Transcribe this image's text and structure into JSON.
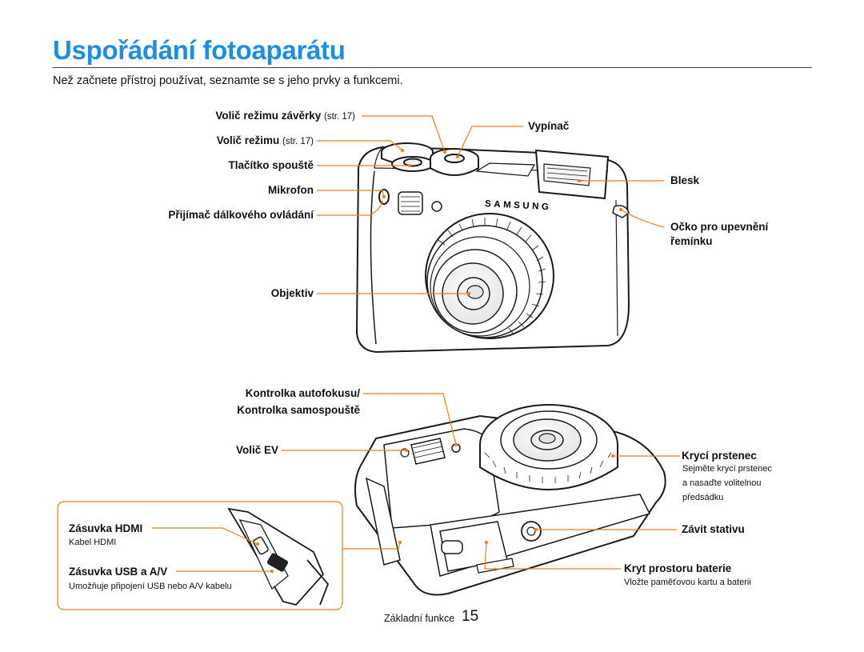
{
  "page": {
    "title": "Uspořádání fotoaparátu",
    "subtitle": "Než začnete přístroj používat, seznamte se s jeho prvky a funkcemi."
  },
  "top_view": {
    "shutter_dial": {
      "label": "Volič režimu závěrky",
      "ref": "(str. 17)"
    },
    "mode_dial": {
      "label": "Volič režimu",
      "ref": "(str. 17)"
    },
    "shutter_button": "Tlačítko spouště",
    "microphone": "Mikrofon",
    "remote_receiver": "Přijímač dálkového ovládání",
    "lens": "Objektiv",
    "power": "Vypínač",
    "flash": "Blesk",
    "strap_eyelet_line1": "Očko pro upevnění",
    "strap_eyelet_line2": "řemínku",
    "brand": "SAMSUNG"
  },
  "bottom_view": {
    "af_lamp_line1": "Kontrolka autofokusu/",
    "af_lamp_line2": "Kontrolka samospouště",
    "ev_dial": "Volič EV",
    "cover_ring": {
      "label": "Krycí prstenec",
      "desc1": "Sejměte krycí prstenec",
      "desc2": "a nasaďte volitelnou",
      "desc3": "předsádku"
    },
    "tripod": "Závit stativu",
    "battery": {
      "label": "Kryt prostoru baterie",
      "desc": "Vložte paměťovou kartu a baterii"
    },
    "hdmi": {
      "label": "Zásuvka HDMI",
      "desc": "Kabel HDMI"
    },
    "usb": {
      "label": "Zásuvka USB a A/V",
      "desc": "Umožňuje připojení USB nebo A/V kabelu"
    }
  },
  "footer": {
    "section": "Základní funkce",
    "page_number": "15"
  },
  "colors": {
    "title": "#1b8ee6",
    "leader": "#f07d1a",
    "outline": "#1a1a1a"
  }
}
